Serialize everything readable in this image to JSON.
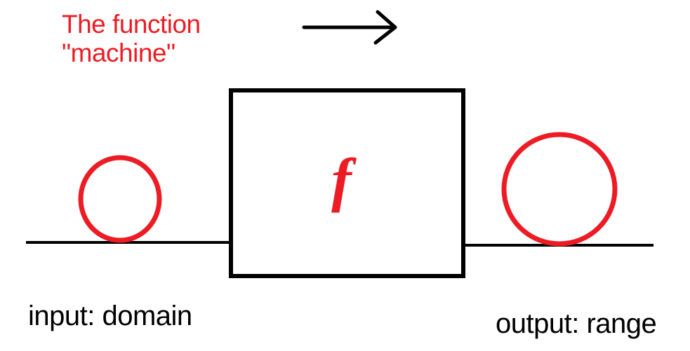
{
  "title": {
    "line1": "The function",
    "line2": "\"machine\""
  },
  "machine": {
    "function_label": "f"
  },
  "io_labels": {
    "input": "input: domain",
    "output": "output: range"
  },
  "icons": {
    "arrow": "right-arrow"
  },
  "colors": {
    "red": "#ed1c24",
    "black": "#000000",
    "background": "#ffffff"
  }
}
